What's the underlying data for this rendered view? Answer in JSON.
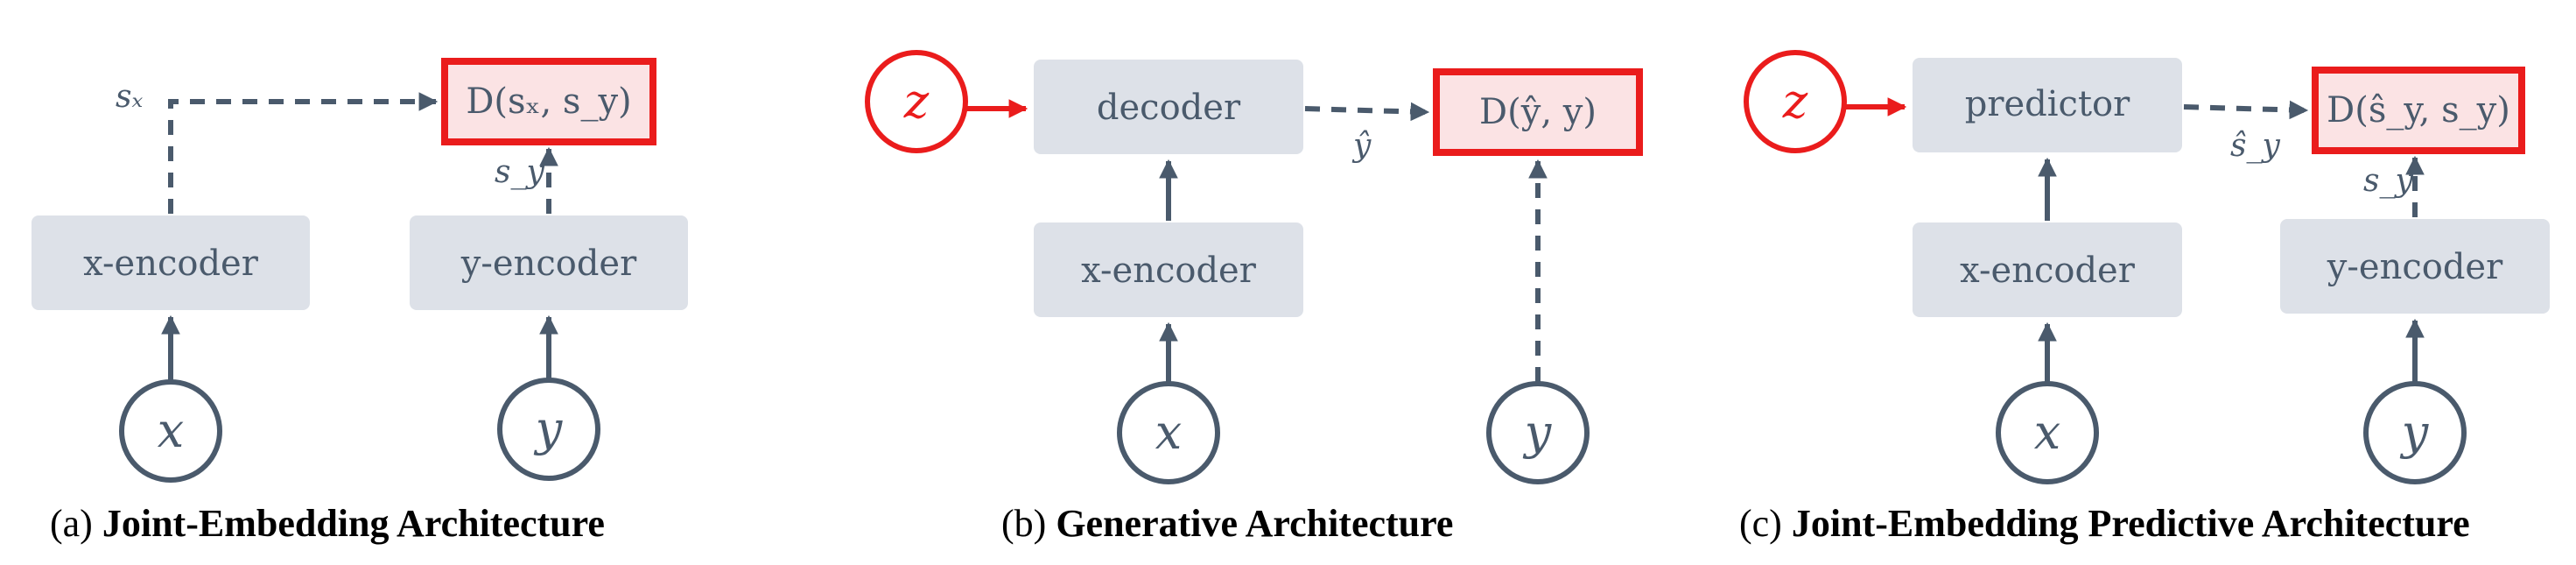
{
  "colors": {
    "box_fill": "#dde1e8",
    "ink": "#4a5a6c",
    "accent_red": "#ea1c1c",
    "distance_fill": "#fbe3e4"
  },
  "panels": [
    {
      "caption_prefix": "(a)",
      "caption_title": "Joint-Embedding Architecture",
      "x_encoder": "x-encoder",
      "y_encoder": "y-encoder",
      "distance": "D(sₓ, s_y)",
      "sx_label": "sₓ",
      "sy_label": "s_y",
      "x_var": "x",
      "y_var": "y"
    },
    {
      "caption_prefix": "(b)",
      "caption_title": "Generative Architecture",
      "z_var": "z",
      "decoder": "decoder",
      "x_encoder": "x-encoder",
      "distance": "D(ŷ, y)",
      "yhat_label": "ŷ",
      "x_var": "x",
      "y_var": "y"
    },
    {
      "caption_prefix": "(c)",
      "caption_title": "Joint-Embedding Predictive Architecture",
      "z_var": "z",
      "predictor": "predictor",
      "x_encoder": "x-encoder",
      "y_encoder": "y-encoder",
      "distance": "D(ŝ_y, s_y)",
      "syhat_label": "ŝ_y",
      "sy_label": "s_y",
      "x_var": "x",
      "y_var": "y"
    }
  ]
}
